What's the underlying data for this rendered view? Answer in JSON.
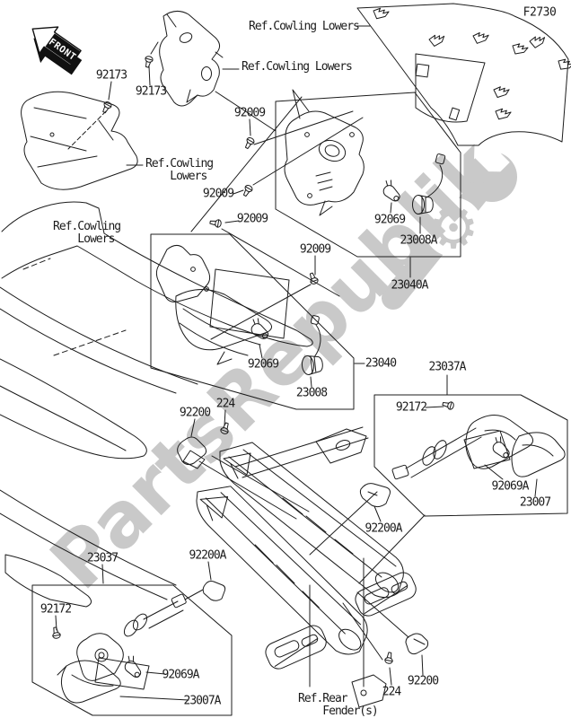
{
  "figure": {
    "code": "F2730",
    "front_badge": "FRONT"
  },
  "watermark": {
    "brand": "PartsRepublik",
    "color": "#c9c9c9",
    "gear_icon": "gear"
  },
  "style": {
    "line_color": "#1c1c1c",
    "label_color": "#1b1b1b",
    "background": "#ffffff"
  },
  "part_labels": [
    {
      "part": "92173"
    },
    {
      "part": "92173"
    },
    {
      "part": "92009"
    },
    {
      "part": "92009"
    },
    {
      "part": "92009"
    },
    {
      "part": "92009"
    },
    {
      "part": "92069"
    },
    {
      "part": "23008A"
    },
    {
      "part": "23040A"
    },
    {
      "part": "92069"
    },
    {
      "part": "23008"
    },
    {
      "part": "23040"
    },
    {
      "part": "23037A"
    },
    {
      "part": "92172"
    },
    {
      "part": "92069A"
    },
    {
      "part": "23007"
    },
    {
      "part": "92200A"
    },
    {
      "part": "92200"
    },
    {
      "part": "224"
    },
    {
      "part": "92200A"
    },
    {
      "part": "23037"
    },
    {
      "part": "92172"
    },
    {
      "part": "92069A"
    },
    {
      "part": "23007A"
    },
    {
      "part": "224"
    },
    {
      "part": "92200"
    }
  ],
  "reference_labels": [
    {
      "text": "Ref.Cowling Lowers"
    },
    {
      "text": "Ref.Cowling Lowers"
    },
    {
      "text": "Ref.Cowling\n    Lowers"
    },
    {
      "text": "Ref.Cowling\n    Lowers"
    },
    {
      "text": "Ref.Rear\n    Fender(s)"
    }
  ]
}
